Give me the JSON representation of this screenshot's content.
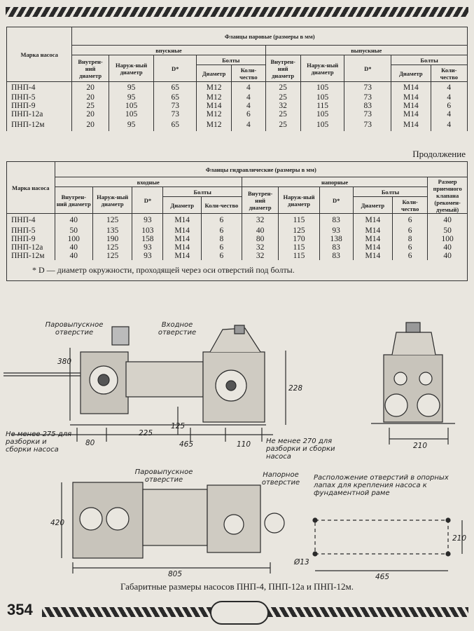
{
  "table1": {
    "h_brand": "Марка насоса",
    "h_group": "Фланцы паровые (размеры в мм)",
    "h_in": "впускные",
    "h_out": "выпускные",
    "h_inner": "Внутрен-ний диаметр",
    "h_outer": "Наруж-ный диаметр",
    "h_D": "D*",
    "h_bolts": "Болты",
    "h_bdiam": "Диаметр",
    "h_bqty": "Коли-чество",
    "rows": [
      {
        "name": "ПНП-4",
        "a": "20",
        "b": "95",
        "c": "65",
        "d": "M12",
        "e": "4",
        "f": "25",
        "g": "105",
        "h": "73",
        "i": "M14",
        "j": "4"
      },
      {
        "name": "ПНП-5",
        "a": "20",
        "b": "95",
        "c": "65",
        "d": "M12",
        "e": "4",
        "f": "25",
        "g": "105",
        "h": "73",
        "i": "M14",
        "j": "4"
      },
      {
        "name": "ПНП-9",
        "a": "25",
        "b": "105",
        "c": "73",
        "d": "M14",
        "e": "4",
        "f": "32",
        "g": "115",
        "h": "83",
        "i": "M14",
        "j": "6"
      },
      {
        "name": "ПНП-12а",
        "a": "20",
        "b": "105",
        "c": "73",
        "d": "M12",
        "e": "6",
        "f": "25",
        "g": "105",
        "h": "73",
        "i": "M14",
        "j": "4"
      },
      {
        "name": "ПНП-12м",
        "a": "20",
        "b": "95",
        "c": "65",
        "d": "M12",
        "e": "4",
        "f": "25",
        "g": "105",
        "h": "73",
        "i": "M14",
        "j": "4"
      }
    ]
  },
  "continued": "Продолжение",
  "table2": {
    "h_brand": "Марка насоса",
    "h_group": "Фланцы гидравлические (размеры в мм)",
    "h_in": "входные",
    "h_out": "напорные",
    "h_inner": "Внутрен-ний диаметр",
    "h_outer": "Наруж-ный диаметр",
    "h_D": "D*",
    "h_bolts": "Болты",
    "h_bdiam": "Диаметр",
    "h_bqty": "Коли-чество",
    "h_valve": "Размер приемного клапана (рекомен-дуемый)",
    "rows": [
      {
        "name": "ПНП-4",
        "a": "40",
        "b": "125",
        "c": "93",
        "d": "M14",
        "e": "6",
        "f": "32",
        "g": "115",
        "h": "83",
        "i": "M14",
        "j": "6",
        "k": "40"
      },
      {
        "name": "ПНП-5",
        "a": "50",
        "b": "135",
        "c": "103",
        "d": "M14",
        "e": "6",
        "f": "40",
        "g": "125",
        "h": "93",
        "i": "M14",
        "j": "6",
        "k": "50"
      },
      {
        "name": "ПНП-9",
        "a": "100",
        "b": "190",
        "c": "158",
        "d": "M14",
        "e": "8",
        "f": "80",
        "g": "170",
        "h": "138",
        "i": "M14",
        "j": "8",
        "k": "100"
      },
      {
        "name": "ПНП-12а",
        "a": "40",
        "b": "125",
        "c": "93",
        "d": "M14",
        "e": "6",
        "f": "32",
        "g": "115",
        "h": "83",
        "i": "M14",
        "j": "6",
        "k": "40"
      },
      {
        "name": "ПНП-12м",
        "a": "40",
        "b": "125",
        "c": "93",
        "d": "M14",
        "e": "6",
        "f": "32",
        "g": "115",
        "h": "83",
        "i": "M14",
        "j": "6",
        "k": "40"
      }
    ]
  },
  "footnote": "* D — диаметр окружности, проходящей через оси отверстий под болты.",
  "drawing": {
    "steam_outlet": "Паровыпускное отверстие",
    "inlet": "Входное отверстие",
    "d380": "380",
    "d228": "228",
    "d225": "225",
    "d125": "125",
    "d465a": "465",
    "d110": "110",
    "d80": "80",
    "min275": "Не менее 275 для разборки и сборки насоса",
    "min270": "Не менее 270 для разборки и сборки насоса",
    "d210a": "210",
    "steam_outlet2": "Паровыпускное отверстие",
    "pressure_outlet": "Напорное отверстие",
    "holes_note": "Расположение отверстий в опорных лапах для крепления насоса к фундаментной раме",
    "d420": "420",
    "d210b": "210",
    "d805": "805",
    "d465b": "465",
    "d13": "Ø13"
  },
  "caption": "Габаритные размеры насосов ПНП-4, ПНП-12а и ПНП-12м.",
  "page_number": "354"
}
